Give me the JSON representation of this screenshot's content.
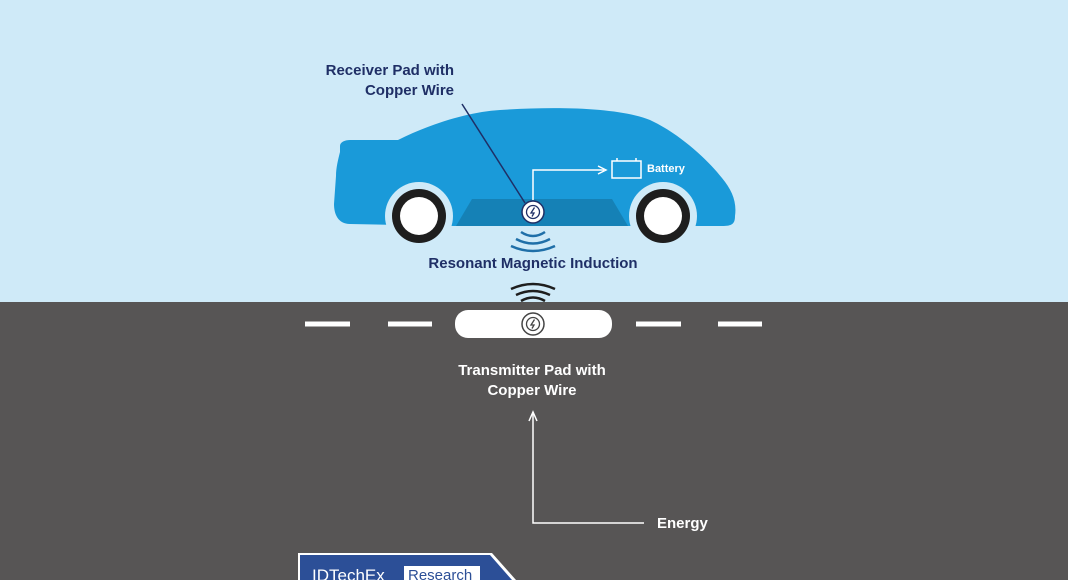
{
  "labels": {
    "receiver": "Receiver Pad with\nCopper Wire",
    "battery": "Battery",
    "induction": "Resonant Magnetic Induction",
    "transmitter": "Transmitter Pad with\nCopper Wire",
    "energy": "Energy"
  },
  "logo": {
    "name": "IDTechEx",
    "badge": "Research"
  },
  "colors": {
    "sky": "#cfeaf8",
    "road": "#575555",
    "car": "#1a9ad9",
    "label_dark": "#1f2f66",
    "logo": "#2c4f97"
  },
  "icons": {
    "pad": "wireless-charging-icon",
    "battery": "battery-icon"
  }
}
